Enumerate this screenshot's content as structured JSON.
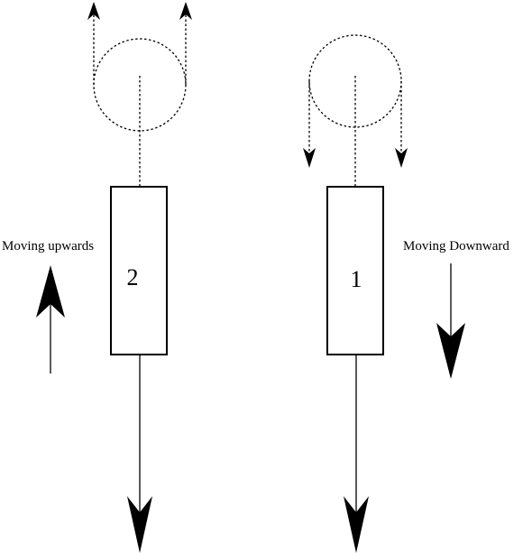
{
  "diagram": {
    "left_system": {
      "block_label": "2",
      "motion_label": "Moving upwards"
    },
    "right_system": {
      "block_label": "1",
      "motion_label": "Moving Downward"
    }
  },
  "colors": {
    "stroke": "#000000",
    "background": "#ffffff"
  }
}
